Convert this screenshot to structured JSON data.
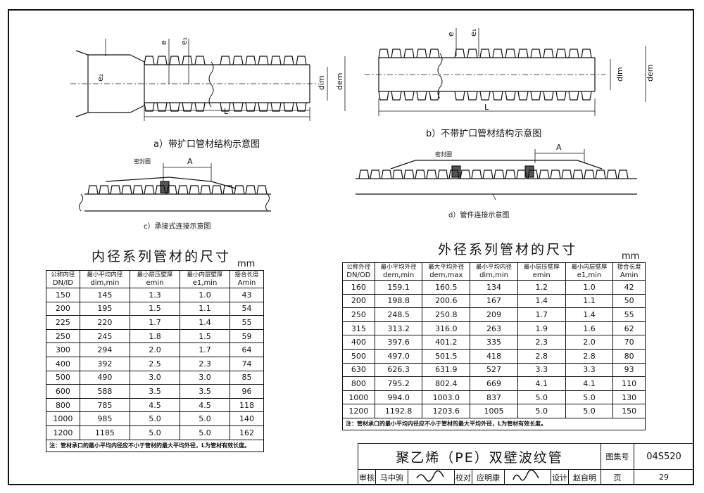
{
  "captions": {
    "a": "a）带扩口管材结构示意图",
    "b": "b）不带扩口管材结构示意图",
    "c": "c）承接式连接示意图",
    "d": "d）管件连接示意图"
  },
  "dim_labels": {
    "e": "e",
    "e1": "e₁",
    "e2": "e₂",
    "dim": "dim",
    "dem": "dem",
    "L": "L",
    "A": "A",
    "seal": "密封圈"
  },
  "inner_table": {
    "title": "内径系列管材的尺寸",
    "unit": "mm",
    "headers": [
      [
        "公称内径",
        "DN/ID"
      ],
      [
        "最小平均内径",
        "dim,min"
      ],
      [
        "最小层压壁厚",
        "emin"
      ],
      [
        "最小内层壁厚",
        "e1,min"
      ],
      [
        "接合长度",
        "Amin"
      ]
    ],
    "rows": [
      [
        "150",
        "145",
        "1.3",
        "1.0",
        "43"
      ],
      [
        "200",
        "195",
        "1.5",
        "1.1",
        "54"
      ],
      [
        "225",
        "220",
        "1.7",
        "1.4",
        "55"
      ],
      [
        "250",
        "245",
        "1.8",
        "1.5",
        "59"
      ],
      [
        "300",
        "294",
        "2.0",
        "1.7",
        "64"
      ],
      [
        "400",
        "392",
        "2.5",
        "2.3",
        "74"
      ],
      [
        "500",
        "490",
        "3.0",
        "3.0",
        "85"
      ],
      [
        "600",
        "588",
        "3.5",
        "3.5",
        "96"
      ],
      [
        "800",
        "785",
        "4.5",
        "4.5",
        "118"
      ],
      [
        "1000",
        "985",
        "5.0",
        "5.0",
        "140"
      ],
      [
        "1200",
        "1185",
        "5.0",
        "5.0",
        "162"
      ]
    ],
    "note": "注：管材承口的最小平均内径应不小于管材的最大平均外径，L为管材有效长度。"
  },
  "outer_table": {
    "title": "外径系列管材的尺寸",
    "unit": "mm",
    "headers": [
      [
        "公称外径",
        "DN/OD"
      ],
      [
        "最小平均外径",
        "dem,min"
      ],
      [
        "最大平均外径",
        "dem,max"
      ],
      [
        "最小平均内径",
        "dim,min"
      ],
      [
        "最小层压壁厚",
        "emin"
      ],
      [
        "最小内层壁厚",
        "e1,min"
      ],
      [
        "接合长度",
        "Amin"
      ]
    ],
    "rows": [
      [
        "160",
        "159.1",
        "160.5",
        "134",
        "1.2",
        "1.0",
        "42"
      ],
      [
        "200",
        "198.8",
        "200.6",
        "167",
        "1.4",
        "1.1",
        "50"
      ],
      [
        "250",
        "248.5",
        "250.8",
        "209",
        "1.7",
        "1.4",
        "55"
      ],
      [
        "315",
        "313.2",
        "316.0",
        "263",
        "1.9",
        "1.6",
        "62"
      ],
      [
        "400",
        "397.6",
        "401.2",
        "335",
        "2.3",
        "2.0",
        "70"
      ],
      [
        "500",
        "497.0",
        "501.5",
        "418",
        "2.8",
        "2.8",
        "80"
      ],
      [
        "630",
        "626.3",
        "631.9",
        "527",
        "3.3",
        "3.3",
        "93"
      ],
      [
        "800",
        "795.2",
        "802.4",
        "669",
        "4.1",
        "4.1",
        "110"
      ],
      [
        "1000",
        "994.0",
        "1003.0",
        "837",
        "5.0",
        "5.0",
        "130"
      ],
      [
        "1200",
        "1192.8",
        "1203.6",
        "1005",
        "5.0",
        "5.0",
        "150"
      ]
    ],
    "note": "注：管材承口的最小平均内径应不小于管材的最大平均外径，L为管材有效长度。"
  },
  "title_block": {
    "title": "聚乙烯（PE）双壁波纹管",
    "atlas_label": "图集号",
    "atlas_no": "04S520",
    "review_label": "审核",
    "reviewer": "马中驹",
    "check_label": "校对",
    "checker": "应明康",
    "design_label": "设计",
    "designer": "赵自明",
    "page_label": "页",
    "page_no": "29"
  }
}
